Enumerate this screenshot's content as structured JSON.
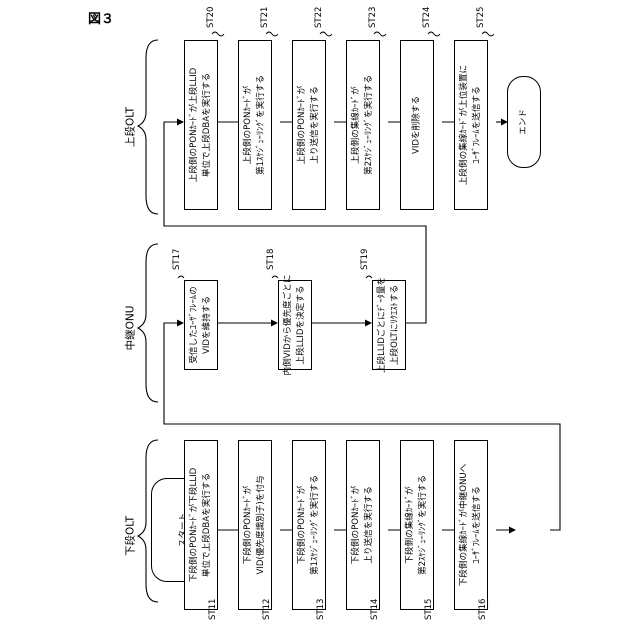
{
  "figure_label": "図３",
  "lanes": {
    "lower": "下段OLT",
    "relay": "中継ONU",
    "upper": "上段OLT"
  },
  "terminals": {
    "start": "スタート",
    "end": "エンド"
  },
  "steps": {
    "st11": {
      "id": "ST11",
      "lines": [
        "下段側のPONｶｰﾄﾞが下段LLID",
        "単位で上段DBAを実行する"
      ]
    },
    "st12": {
      "id": "ST12",
      "lines": [
        "下段側のPONｶｰﾄﾞが",
        "VID(優先度識別子)を付与"
      ]
    },
    "st13": {
      "id": "ST13",
      "lines": [
        "下段側のPONｶｰﾄﾞが",
        "第1ｽｹｼﾞｭｰﾘﾝｸﾞを実行する"
      ]
    },
    "st14": {
      "id": "ST14",
      "lines": [
        "下段側のPONｶｰﾄﾞが",
        "上り送信を実行する"
      ]
    },
    "st15": {
      "id": "ST15",
      "lines": [
        "下段側の集線ｶｰﾄﾞが",
        "第2ｽｹｼﾞｭｰﾘﾝｸﾞを実行する"
      ]
    },
    "st16": {
      "id": "ST16",
      "lines": [
        "下段側の集線ｶｰﾄﾞが中継ONUへ",
        "ﾕｰｻﾞﾌﾚｰﾑを送信する"
      ]
    },
    "st17": {
      "id": "ST17",
      "lines": [
        "受信したﾕｰｻﾞﾌﾚｰﾑの",
        "VIDを維持する"
      ]
    },
    "st18": {
      "id": "ST18",
      "lines": [
        "内側VIDから優先度ごとに",
        "上段LLIDを決定する"
      ]
    },
    "st19": {
      "id": "ST19",
      "lines": [
        "上段LLIDごとにﾃﾞｰﾀ量を",
        "上段OLTにﾘｸｴｽﾄする"
      ]
    },
    "st20": {
      "id": "ST20",
      "lines": [
        "上段側のPONｶｰﾄﾞが上段LLID",
        "単位で上段DBAを実行する"
      ]
    },
    "st21": {
      "id": "ST21",
      "lines": [
        "上段側のPONｶｰﾄﾞが",
        "第1ｽｹｼﾞｭｰﾘﾝｸﾞを実行する"
      ]
    },
    "st22": {
      "id": "ST22",
      "lines": [
        "上段側のPONｶｰﾄﾞが",
        "上り送信を実行する"
      ]
    },
    "st23": {
      "id": "ST23",
      "lines": [
        "上段側の集線ｶｰﾄﾞが",
        "第2ｽｹｼﾞｭｰﾘﾝｸﾞを実行する"
      ]
    },
    "st24": {
      "id": "ST24",
      "lines": [
        "VIDを削除する"
      ]
    },
    "st25": {
      "id": "ST25",
      "lines": [
        "上段側の集線ｶｰﾄﾞが上位装置に",
        "ﾕｰｻﾞﾌﾚｰﾑを送信する"
      ]
    }
  }
}
